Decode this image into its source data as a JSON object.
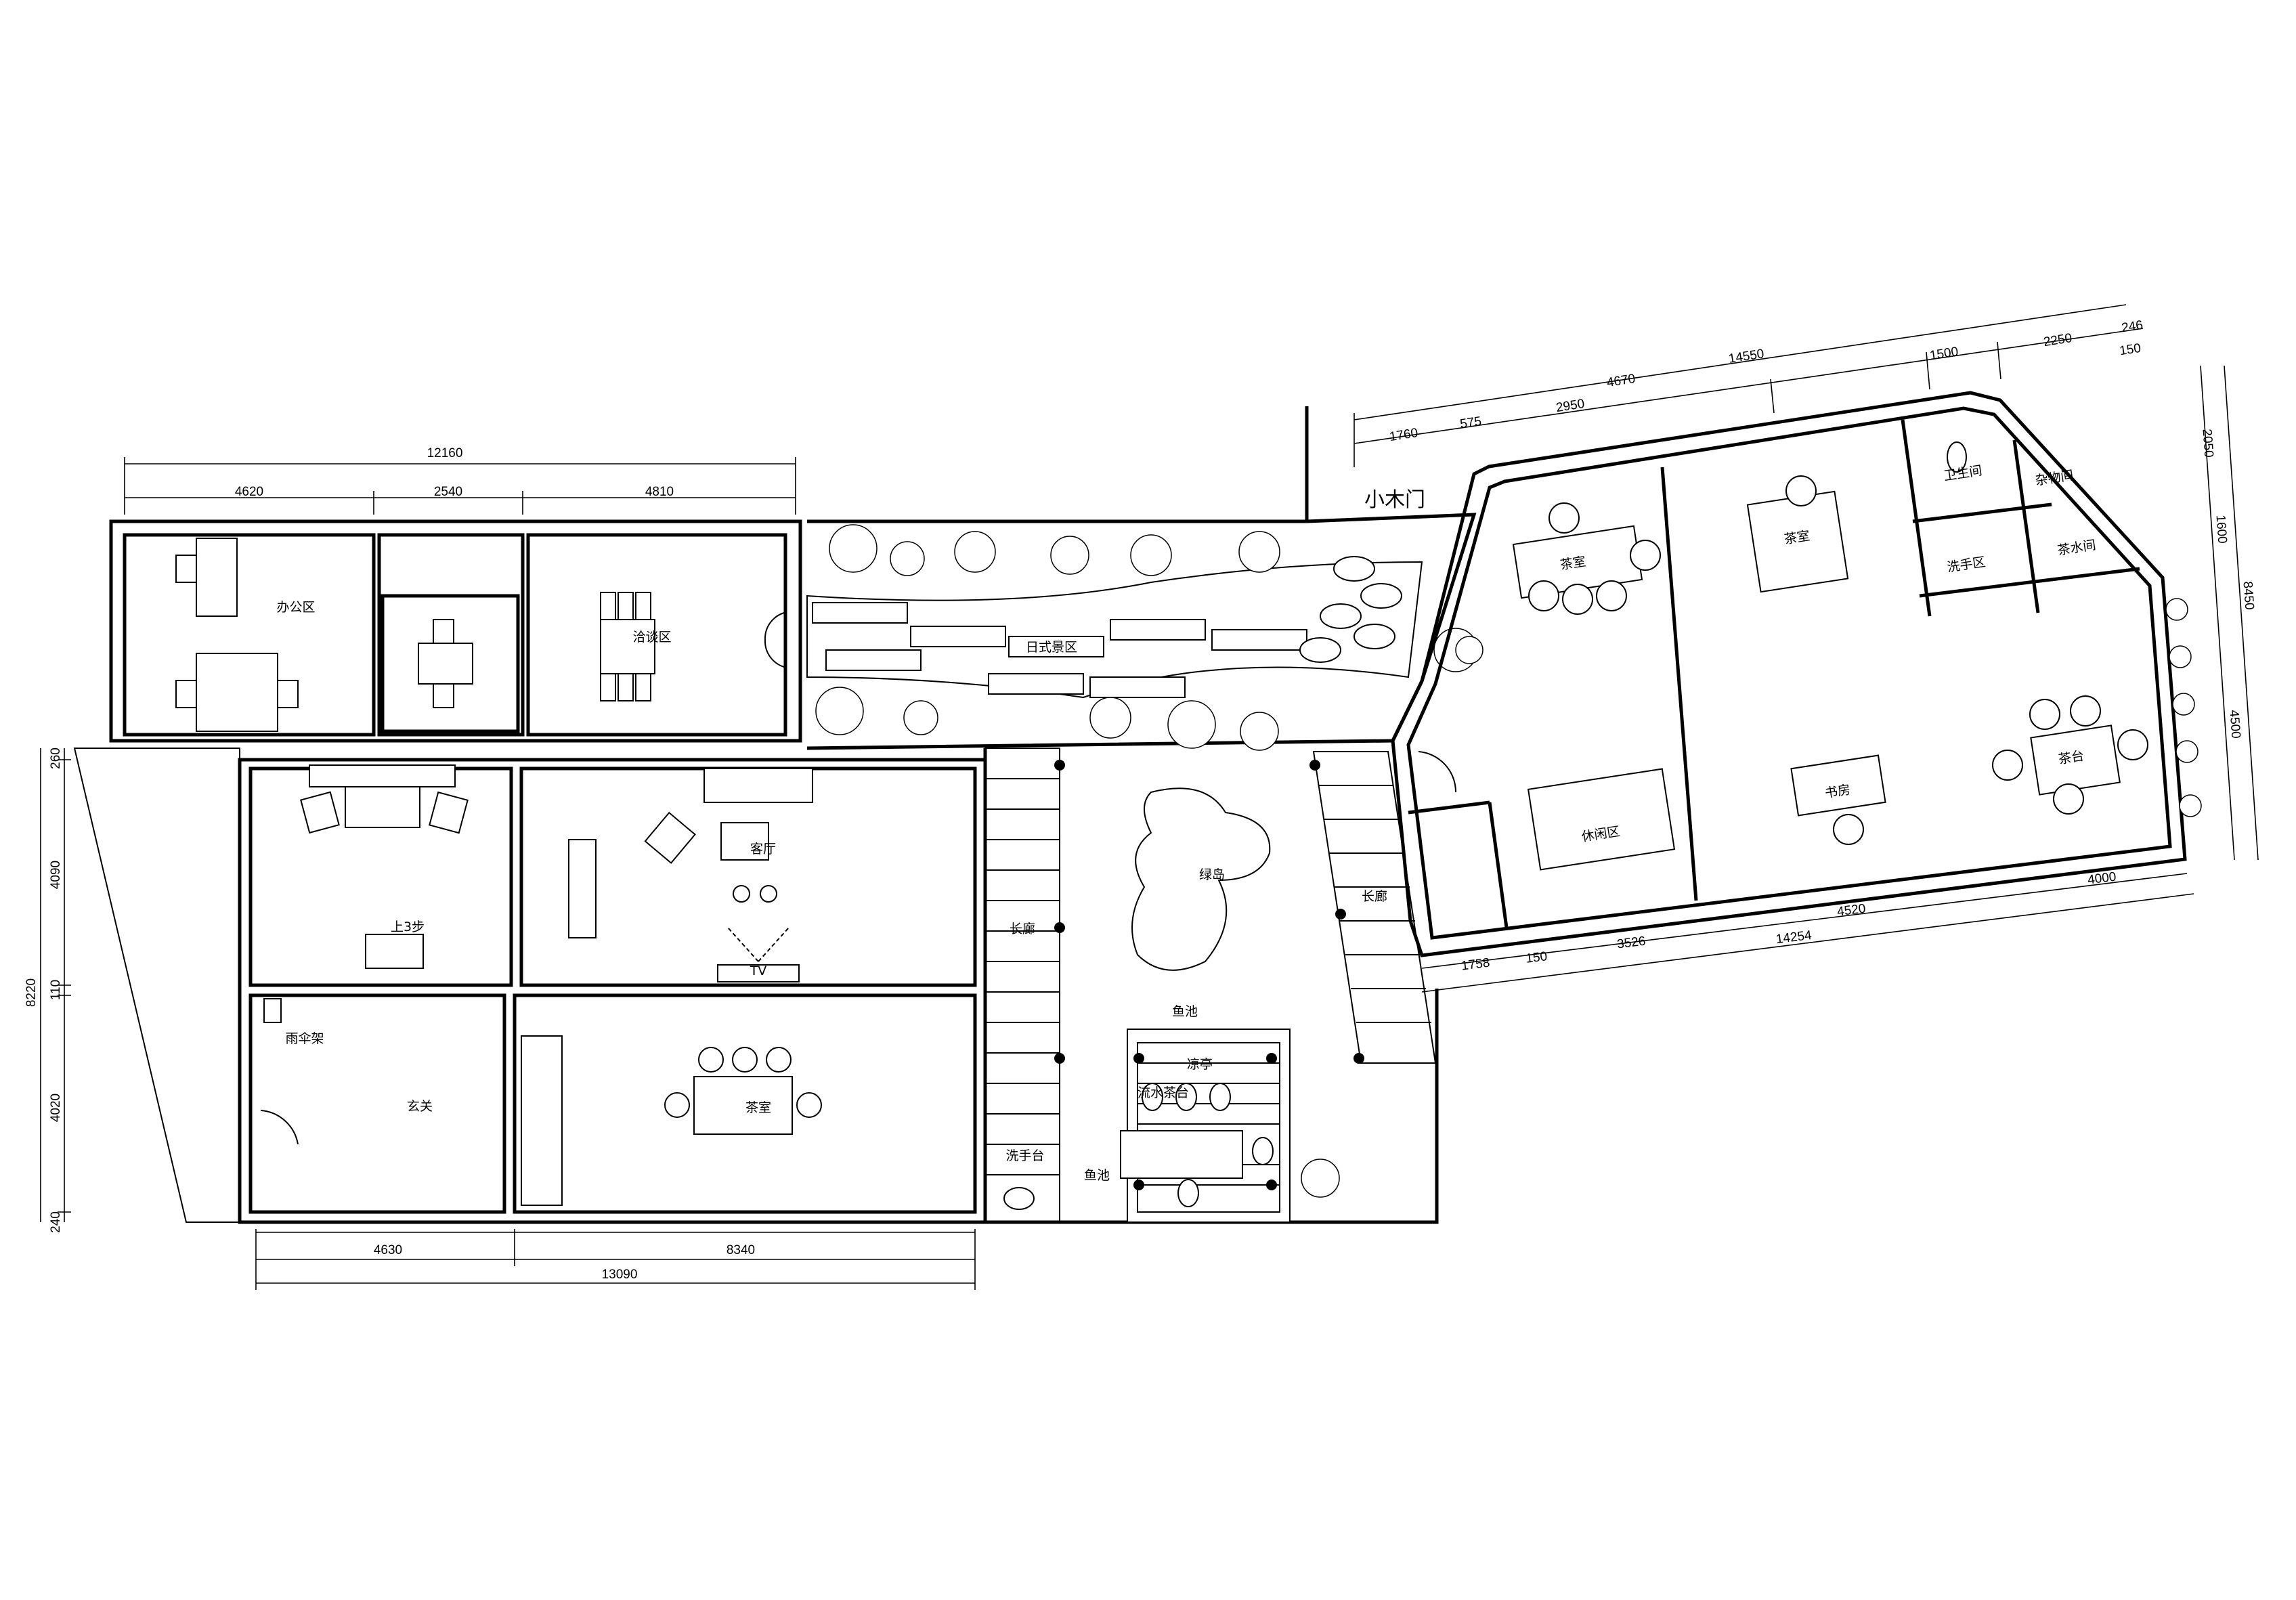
{
  "drawing": {
    "left_building": {
      "rooms": {
        "office": "办公区",
        "negotiation": "洽谈区",
        "living_room": "客厅",
        "steps": "上3步",
        "umbrella_rack": "雨伞架",
        "foyer": "玄关",
        "tea_room": "茶室",
        "tv": "TV"
      },
      "dims_top": {
        "total": "12160",
        "a": "4620",
        "b": "2540",
        "c": "4810"
      },
      "dims_bottom": {
        "a": "4630",
        "b": "8340",
        "total": "13090"
      },
      "dims_left": {
        "a": "260",
        "b": "4090",
        "total": "8220",
        "c": "110",
        "d": "4020",
        "e": "240"
      }
    },
    "garden": {
      "japanese_garden": "日式景区",
      "small_wooden_door": "小木门",
      "corridor_left": "长廊",
      "corridor_right": "长廊",
      "green_island": "绿岛",
      "fish_pond": "鱼池",
      "pavilion": "凉亭",
      "flowing_tea_table": "流水茶台",
      "wash_basin": "洗手台",
      "fish_pond_small": "鱼池"
    },
    "right_building": {
      "rooms": {
        "tea_room_a": "茶室",
        "tea_room_b": "茶室",
        "toilet": "卫生间",
        "storage": "杂物间",
        "wash_area": "洗手区",
        "pantry": "茶水间",
        "lounge": "休闲区",
        "study": "书房",
        "tea_table": "茶台"
      },
      "dims_top": {
        "total": "14550",
        "a": "4670",
        "b": "1500",
        "c": "2250",
        "d": "246",
        "e": "150",
        "f": "1760",
        "g": "575",
        "h": "2950"
      },
      "dims_right": {
        "a": "2050",
        "b": "1600",
        "total": "8450",
        "c": "4500"
      },
      "dims_bottom": {
        "a": "1758",
        "b": "150",
        "c": "3526",
        "total": "14254",
        "d": "4520",
        "e": "4000"
      }
    }
  }
}
